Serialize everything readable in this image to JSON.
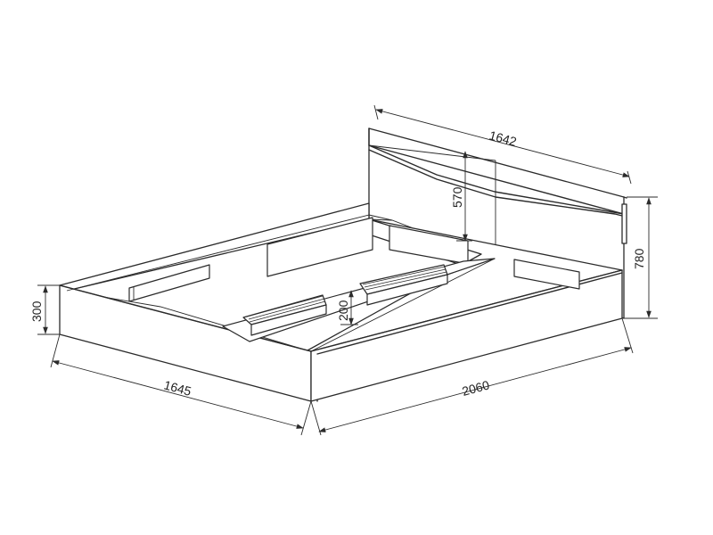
{
  "dimensions": {
    "headboard_width": "1642",
    "headboard_panel_height": "570",
    "total_height": "780",
    "frame_height": "300",
    "slat_rise": "200",
    "frame_width": "1645",
    "frame_length": "2060"
  }
}
